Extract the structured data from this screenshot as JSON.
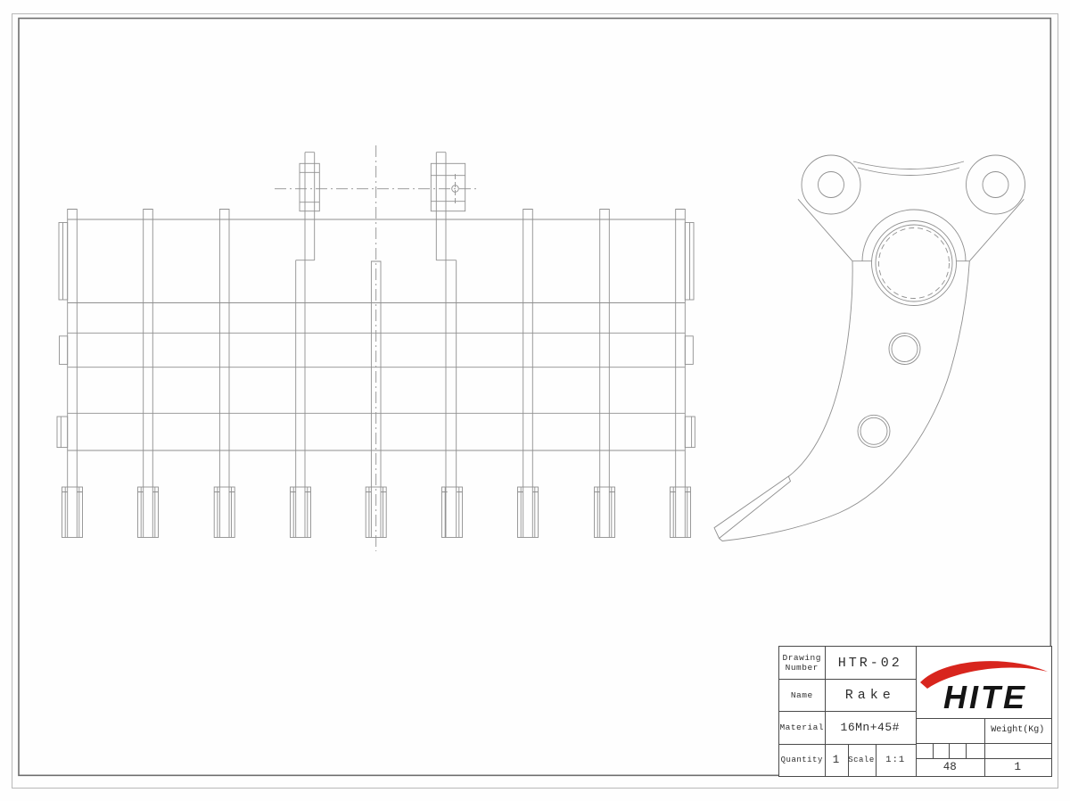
{
  "title_block": {
    "drawing_label_line1": "Drawing",
    "drawing_label_line2": "Number",
    "drawing_number": "HTR-02",
    "name_label": "Name",
    "name_value": "Rake",
    "material_label": "Material",
    "material_value": "16Mn+45#",
    "quantity_label": "Quantity",
    "quantity_value": "1",
    "scale_label": "Scale",
    "scale_value": "1:1",
    "weight_label": "Weight(Kg)",
    "weight_row_left_value": "48",
    "weight_row_right_value": "1"
  },
  "logo": {
    "text": "HITE",
    "accent_color": "#d8251d",
    "text_color": "#141414"
  },
  "drawing": {
    "line_color": "#8f8f8f",
    "frame_outer_color": "#b8b8b8",
    "frame_inner_color": "#6e6e6e"
  }
}
